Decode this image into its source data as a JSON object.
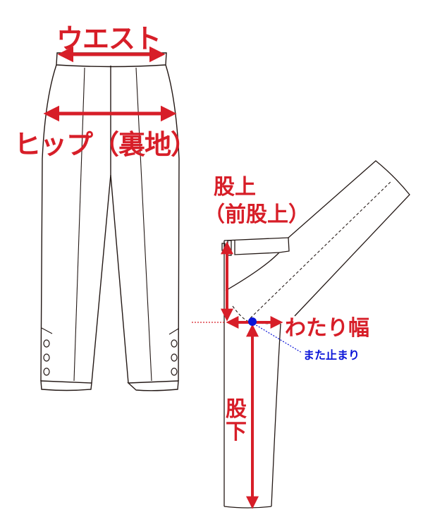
{
  "diagram": {
    "title": "Pants measurement guide",
    "colors": {
      "measure_red": "#d71e28",
      "outline": "#231815",
      "crotch_point_blue": "#0a14d8"
    },
    "labels": {
      "waist": "ウエスト",
      "hip": "ヒップ（裏地）",
      "rise_line1": "股上",
      "rise_line2": "（前股上）",
      "thigh_width": "わたり幅",
      "crotch_point": "また止まり",
      "inseam_line1": "股",
      "inseam_line2": "下"
    },
    "figures": [
      {
        "name": "front-view-pants",
        "buttons_per_hem": 3
      },
      {
        "name": "folded-leg-side-view"
      }
    ]
  }
}
